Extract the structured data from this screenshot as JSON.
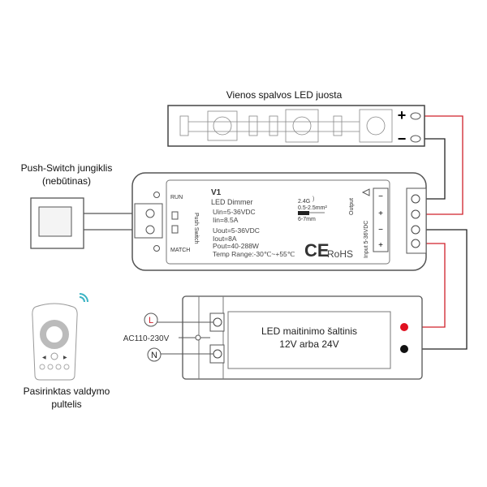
{
  "led_strip": {
    "title": "Vienos spalvos LED juosta",
    "plus": "+",
    "minus": "−"
  },
  "push_switch": {
    "title_line1": "Push-Switch jungiklis",
    "title_line2": "(nebūtinas)"
  },
  "controller": {
    "model": "V1",
    "name": "LED Dimmer",
    "run": "RUN",
    "match": "MATCH",
    "push_switch": "Push Switch",
    "uin": "Uin=5-36VDC",
    "iin": "Iin=8.5A",
    "uout": "Uout=5-36VDC",
    "iout": "Iout=8A",
    "pout": "Pout=40-288W",
    "temp": "Temp Range:-30℃~+55℃",
    "rf": "2.4G",
    "wire_spec1": "0.5-2.5mm²",
    "wire_spec2": "6-7mm",
    "ce": "CE",
    "rohs": "RoHS",
    "output": "Output",
    "input": "Input 5-36VDC",
    "term_minus": "−",
    "term_plus": "+"
  },
  "power_supply": {
    "line1": "LED maitinimo šaltinis",
    "line2": "12V arba 24V",
    "ac": "AC110-230V",
    "l": "L",
    "n": "N"
  },
  "remote": {
    "title_line1": "Pasirinktas valdymo",
    "title_line2": "pultelis"
  },
  "colors": {
    "positive_wire": "#d0202a",
    "negative_wire": "#222222",
    "line": "#555555"
  }
}
